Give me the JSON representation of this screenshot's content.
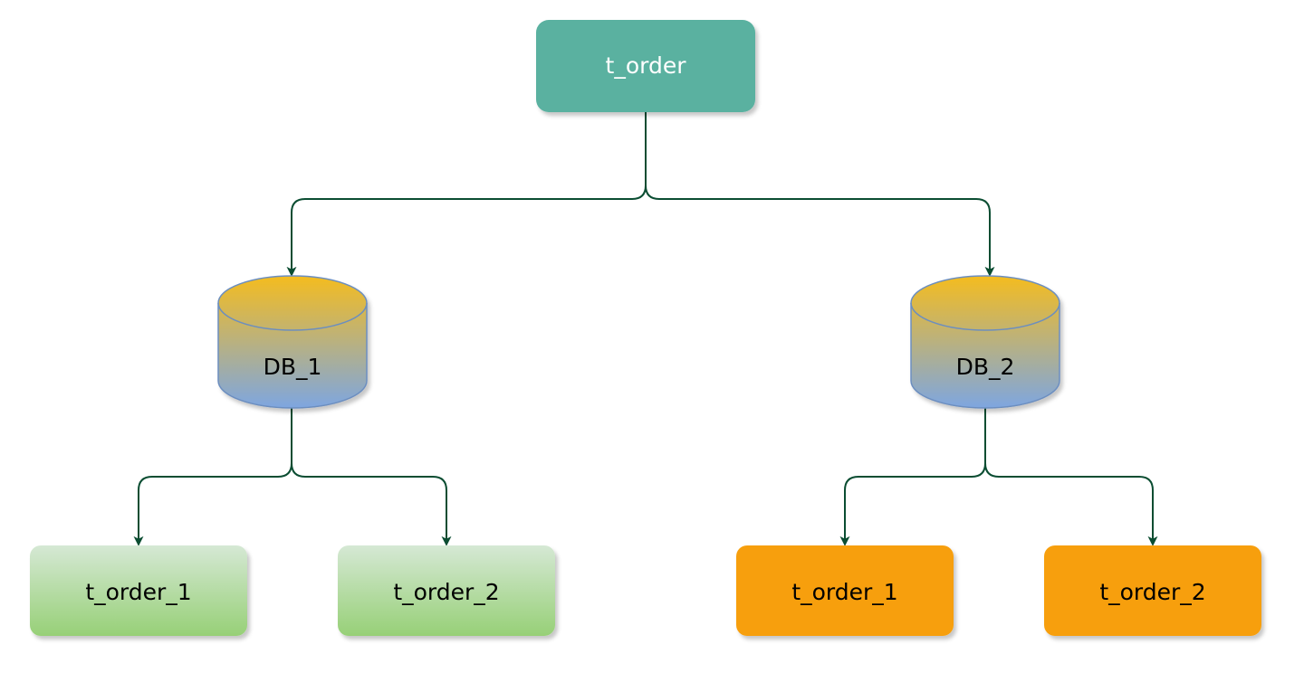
{
  "diagram": {
    "root": {
      "label": "t_order"
    },
    "databases": [
      {
        "label": "DB_1",
        "tables": [
          {
            "label": "t_order_1"
          },
          {
            "label": "t_order_2"
          }
        ]
      },
      {
        "label": "DB_2",
        "tables": [
          {
            "label": "t_order_1"
          },
          {
            "label": "t_order_2"
          }
        ]
      }
    ]
  },
  "colors": {
    "root_fill": "#5ab1a0",
    "root_text": "#ffffff",
    "connector": "#0b4d32",
    "db_top": "#f4bc1f",
    "db_bottom": "#7ea6e0",
    "db_stroke": "#6c8ebf",
    "db1_table_top": "#d5e8d4",
    "db1_table_bottom": "#97d077",
    "db2_table_fill": "#f79f11",
    "table_text": "#000000"
  }
}
